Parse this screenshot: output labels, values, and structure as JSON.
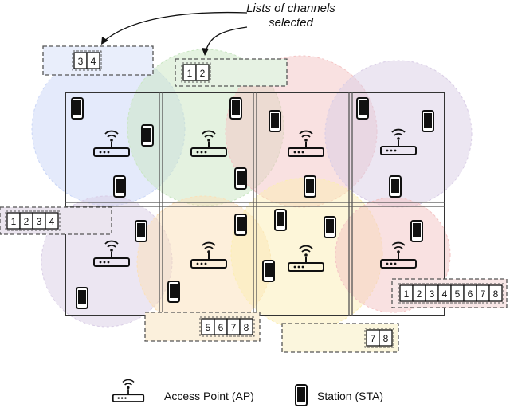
{
  "annotation": {
    "line1": "Lists of channels",
    "line2": "selected"
  },
  "channel_lists": [
    {
      "id": "list-3-4",
      "channels": [
        "3",
        "4"
      ],
      "bg": "#e9eefb"
    },
    {
      "id": "list-1-2",
      "channels": [
        "1",
        "2"
      ],
      "bg": "#e6f2e3"
    },
    {
      "id": "list-1-4",
      "channels": [
        "1",
        "2",
        "3",
        "4"
      ],
      "bg": "#ebe5ef"
    },
    {
      "id": "list-5-8",
      "channels": [
        "5",
        "6",
        "7",
        "8"
      ],
      "bg": "#fbf0dc"
    },
    {
      "id": "list-7-8",
      "channels": [
        "7",
        "8"
      ],
      "bg": "#fbf6dd"
    },
    {
      "id": "list-1-8",
      "channels": [
        "1",
        "2",
        "3",
        "4",
        "5",
        "6",
        "7",
        "8"
      ],
      "bg": "#f8e6e6"
    }
  ],
  "coverage_colors": {
    "blue": "#c9d6f7",
    "green": "#c9e6c2",
    "red": "#f4c4c4",
    "purple": "#d9cde6",
    "orange": "#fbe0b8",
    "yellow": "#fbeeb3"
  },
  "legend": {
    "ap_label": "Access Point (AP)",
    "sta_label": "Station (STA)"
  }
}
